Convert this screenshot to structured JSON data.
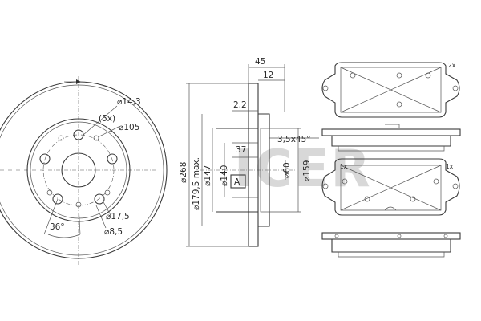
{
  "watermark": "ICER",
  "front_view": {
    "bolts": "(5x)",
    "d_14_3": "14,3",
    "d_105": "105",
    "d_17_5": "17,5",
    "d_8_5": "8,5",
    "angle": "36°"
  },
  "section_view": {
    "d_45": "45",
    "d_12": "12",
    "d_2_2": "2,2",
    "d_37": "37",
    "chamfer": "3,5x45°",
    "d_268": "268",
    "d_179_5": "179,5 max.",
    "d_147": "147",
    "d_140": "140",
    "d_60": "60",
    "d_159": "159",
    "label_a": "A"
  },
  "pads": {
    "qty_top": "2x",
    "qty_left": "1x",
    "qty_right": "1x"
  }
}
